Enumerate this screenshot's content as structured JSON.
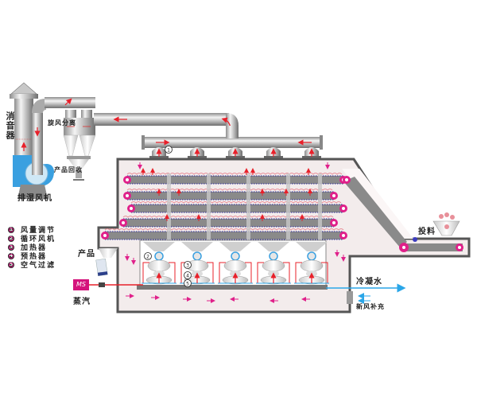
{
  "diagram": {
    "title": "",
    "labels": {
      "silencer": "消音器",
      "exhaust_fan": "排湿风机",
      "cyclone": "旋风分离",
      "product_recovery": "产品回收",
      "product": "产品",
      "steam": "蒸汽",
      "steam_source": "MS",
      "feed": "投料",
      "condensate": "冷凝水",
      "fresh_air": "新风补充"
    },
    "legend": [
      {
        "num": "1",
        "label": "风量调节"
      },
      {
        "num": "2",
        "label": "循环风机"
      },
      {
        "num": "3",
        "label": "加热器"
      },
      {
        "num": "4",
        "label": "预热器"
      },
      {
        "num": "5",
        "label": "空气过滤"
      }
    ],
    "callouts": [
      "1",
      "2",
      "3",
      "4",
      "5"
    ],
    "colors": {
      "pipe": "#b8b8b8",
      "chamber": "#f3ecec",
      "chamber_wall": "#555555",
      "belt": "#8a8a8a",
      "belt_dots": "#2a2a9a",
      "roller": "#e0208a",
      "hot_air": "#e8202a",
      "air_flow": "#e0208a",
      "water": "#2aa6e8",
      "fan": "#3aa0e0",
      "steam": "#d4147c"
    },
    "belt_count": 5,
    "heater_units": 5,
    "exhaust_hoods": 5
  }
}
